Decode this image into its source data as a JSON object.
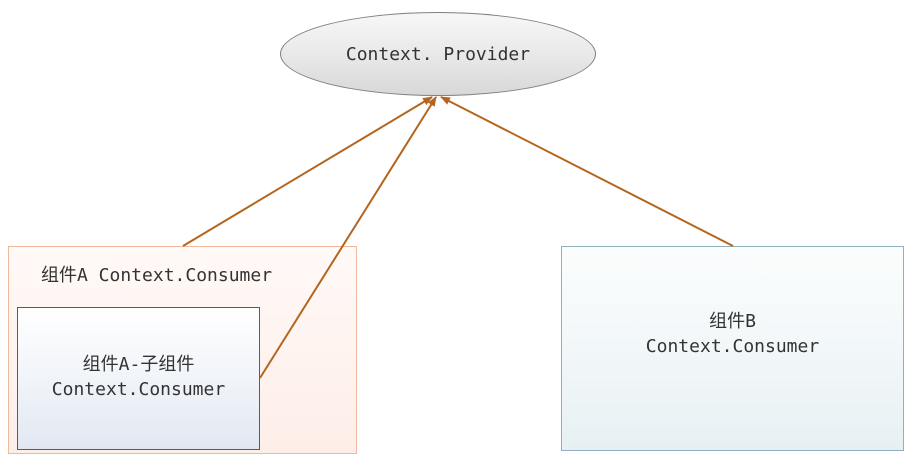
{
  "provider": {
    "label": "Context. Provider"
  },
  "component_a": {
    "label": "组件A Context.Consumer"
  },
  "component_a_child": {
    "line1": "组件A-子组件",
    "line2": "Context.Consumer"
  },
  "component_b": {
    "line1": "组件B",
    "line2": "Context.Consumer"
  },
  "colors": {
    "arrow": "#b5651d",
    "provider_border": "#7f7f7f",
    "component_a_border": "#f0b99d",
    "component_child_border": "#4a5e80",
    "component_b_border": "#8fb0bf"
  }
}
